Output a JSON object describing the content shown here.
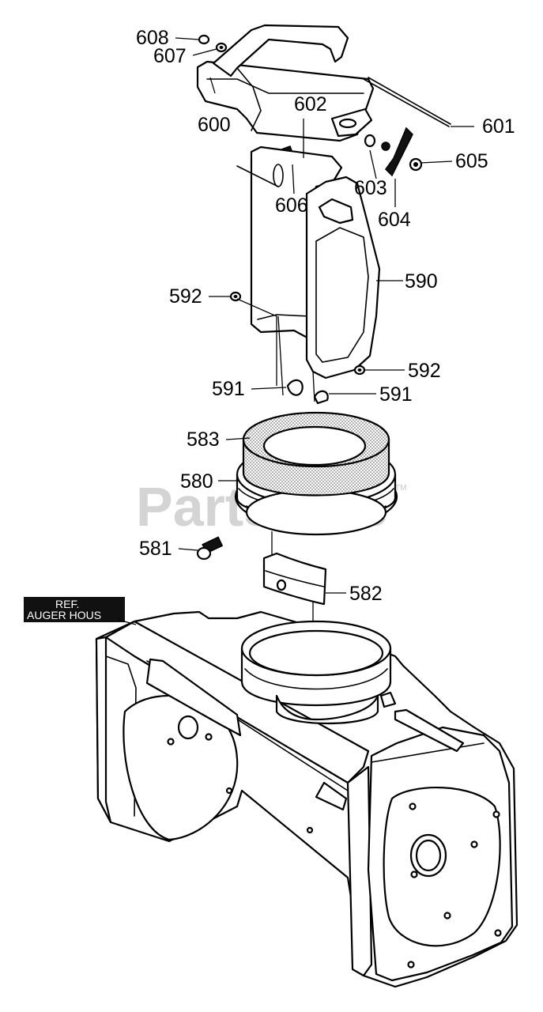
{
  "watermark": {
    "text": "PartsTree",
    "trademark": "TM"
  },
  "reference_label": {
    "line1": "REF.",
    "line2": "AUGER HOUS"
  },
  "callouts": [
    {
      "id": "608",
      "label": "608"
    },
    {
      "id": "607",
      "label": "607"
    },
    {
      "id": "600",
      "label": "600"
    },
    {
      "id": "602",
      "label": "602"
    },
    {
      "id": "601",
      "label": "601"
    },
    {
      "id": "605",
      "label": "605"
    },
    {
      "id": "603",
      "label": "603"
    },
    {
      "id": "606",
      "label": "606"
    },
    {
      "id": "604",
      "label": "604"
    },
    {
      "id": "590",
      "label": "590"
    },
    {
      "id": "592a",
      "label": "592"
    },
    {
      "id": "592b",
      "label": "592"
    },
    {
      "id": "591a",
      "label": "591"
    },
    {
      "id": "591b",
      "label": "591"
    },
    {
      "id": "583",
      "label": "583"
    },
    {
      "id": "580",
      "label": "580"
    },
    {
      "id": "581",
      "label": "581"
    },
    {
      "id": "582",
      "label": "582"
    }
  ]
}
